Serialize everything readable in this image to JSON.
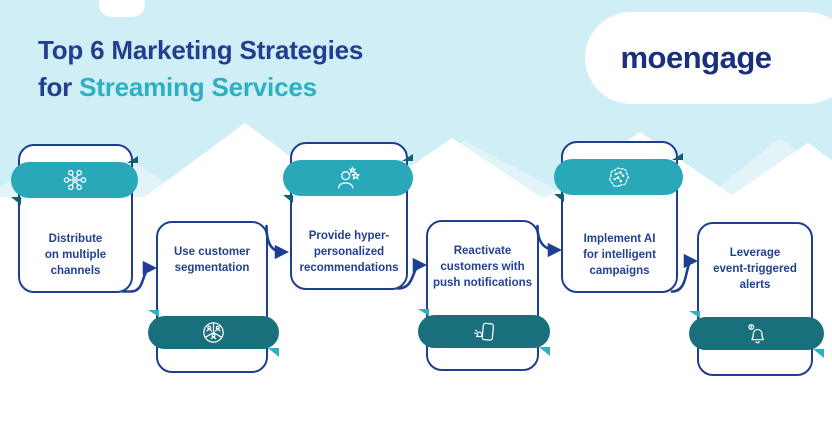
{
  "header": {
    "title_line1": "Top 6 Marketing Strategies",
    "title_line2_prefix": "for ",
    "title_line2_highlight": "Streaming Services"
  },
  "logo": {
    "brand": "moengage",
    "part1": "m",
    "part2": "o",
    "part3": "engage"
  },
  "cards": [
    {
      "id": 1,
      "label": "Distribute\non multiple\nchannels",
      "icon": "network-hub-icon",
      "ribbon_position": "top"
    },
    {
      "id": 2,
      "label": "Use customer\nsegmentation",
      "icon": "customer-segmentation-icon",
      "ribbon_position": "bottom"
    },
    {
      "id": 3,
      "label": "Provide hyper-\npersonalized\nrecommendations",
      "icon": "personalized-user-stars-icon",
      "ribbon_position": "top"
    },
    {
      "id": 4,
      "label": "Reactivate\ncustomers with\npush notifications",
      "icon": "phone-push-notification-icon",
      "ribbon_position": "bottom"
    },
    {
      "id": 5,
      "label": "Implement AI\nfor intelligent\ncampaigns",
      "icon": "ai-brain-icon",
      "ribbon_position": "top"
    },
    {
      "id": 6,
      "label": "Leverage\nevent-triggered\nalerts",
      "icon": "event-alert-bell-icon",
      "ribbon_position": "bottom"
    }
  ],
  "colors": {
    "sky": "#cfeef6",
    "navy": "#1e3e92",
    "title_navy": "#223e8e",
    "title_teal": "#2cb0c2",
    "ribbon_teal_bright": "#29a8ba",
    "ribbon_teal_dark": "#196f7c",
    "logo_navy": "#1b2f7f"
  }
}
